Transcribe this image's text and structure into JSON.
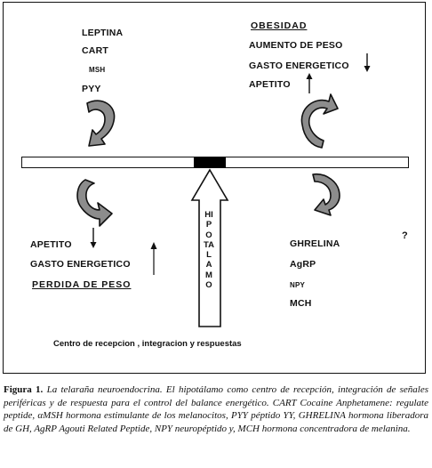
{
  "diagram": {
    "top_left_labels": [
      "LEPTINA",
      "CART",
      "MSH",
      "PYY"
    ],
    "top_right": {
      "heading": "OBESIDAD",
      "items": [
        "AUMENTO DE PESO",
        "GASTO ENERGETICO",
        "APETITO"
      ]
    },
    "bottom_left": {
      "items": [
        "APETITO",
        "GASTO ENERGETICO"
      ],
      "footer": "PERDIDA DE PESO"
    },
    "bottom_right_labels": [
      "GHRELINA",
      "AgRP",
      "NPY",
      "MCH"
    ],
    "question_mark": "?",
    "hypothalamus_label": "HIPOTALAMO",
    "center_caption": "Centro de recepcion , integracion y respuestas"
  },
  "caption": {
    "figure_number": "Figura 1.",
    "title": "La telaraña neuroendocrina.",
    "body": "El hipotálamo como centro de recepción, integración de señales periféricas y de respuesta para el control del balance energético. CART Cocaine Anphetamene: regulate peptide, αMSH hormona estimulante de los melanocitos, PYY péptido YY, GHRELINA hormona liberadora de GH, AgRP Agouti Related Peptide, NPY neuropéptido y, MCH hormona concentradora de melanina."
  },
  "colors": {
    "ink": "#111111",
    "curved_arrow_fill": "#8c8c8c",
    "hypothalamus_block": "#000000"
  }
}
